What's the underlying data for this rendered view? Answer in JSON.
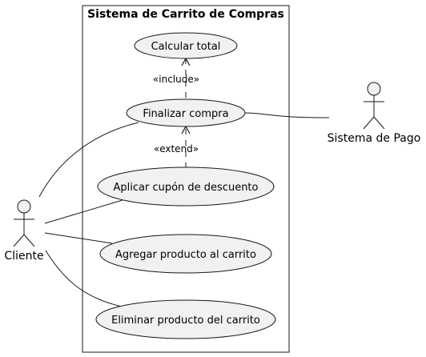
{
  "system": {
    "title": "Sistema de Carrito de Compras"
  },
  "use_cases": {
    "calcular_total": "Calcular total",
    "finalizar_compra": "Finalizar compra",
    "aplicar_cupon": "Aplicar cupón de descuento",
    "agregar_producto": "Agregar producto al carrito",
    "eliminar_producto": "Eliminar producto del carrito"
  },
  "actors": {
    "cliente": "Cliente",
    "sistema_pago": "Sistema de Pago"
  },
  "relations": {
    "include_label": "«include»",
    "extend_label": "«extend»"
  },
  "colors": {
    "use_case_fill": "#f1f1f1",
    "stroke": "#181818"
  }
}
